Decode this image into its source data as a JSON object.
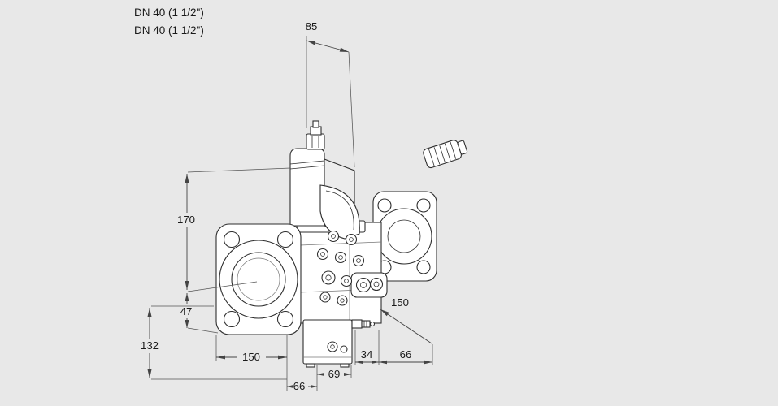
{
  "title": "Valve dimensional drawing",
  "colors": {
    "background": "#e8e8e8",
    "line": "#2e2e2e",
    "dimension_line": "#444444",
    "part_fill": "#ffffff"
  },
  "labels": {
    "dn_line1": "DN 40 (1 1/2\")",
    "dn_line2": "DN 40 (1 1/2\")"
  },
  "dims": {
    "actuator_width": "85",
    "height_upper": "170",
    "axis_to_bottom": "47",
    "height_lower": "132",
    "flange_left": "150",
    "flange_right": "150",
    "nipple_offset": "34",
    "right_offset": "66",
    "bottom_width": "69",
    "bottom_offset": "66"
  }
}
